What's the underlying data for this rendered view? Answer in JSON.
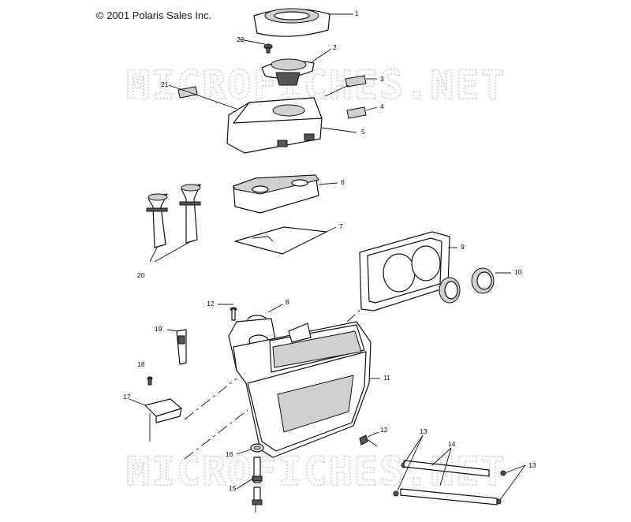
{
  "copyright": "© 2001 Polaris Sales Inc.",
  "watermark": "MICROFICHES.NET",
  "callouts": [
    "1",
    "22",
    "2",
    "3",
    "21",
    "4",
    "5",
    "6",
    "7",
    "20",
    "9",
    "10",
    "12",
    "8",
    "19",
    "11",
    "18",
    "17",
    "12",
    "13",
    "14",
    "16",
    "15",
    "13"
  ],
  "colors": {
    "line": "#111111",
    "watermark": "#c9c9c9",
    "shade": "#cfcfcf"
  }
}
